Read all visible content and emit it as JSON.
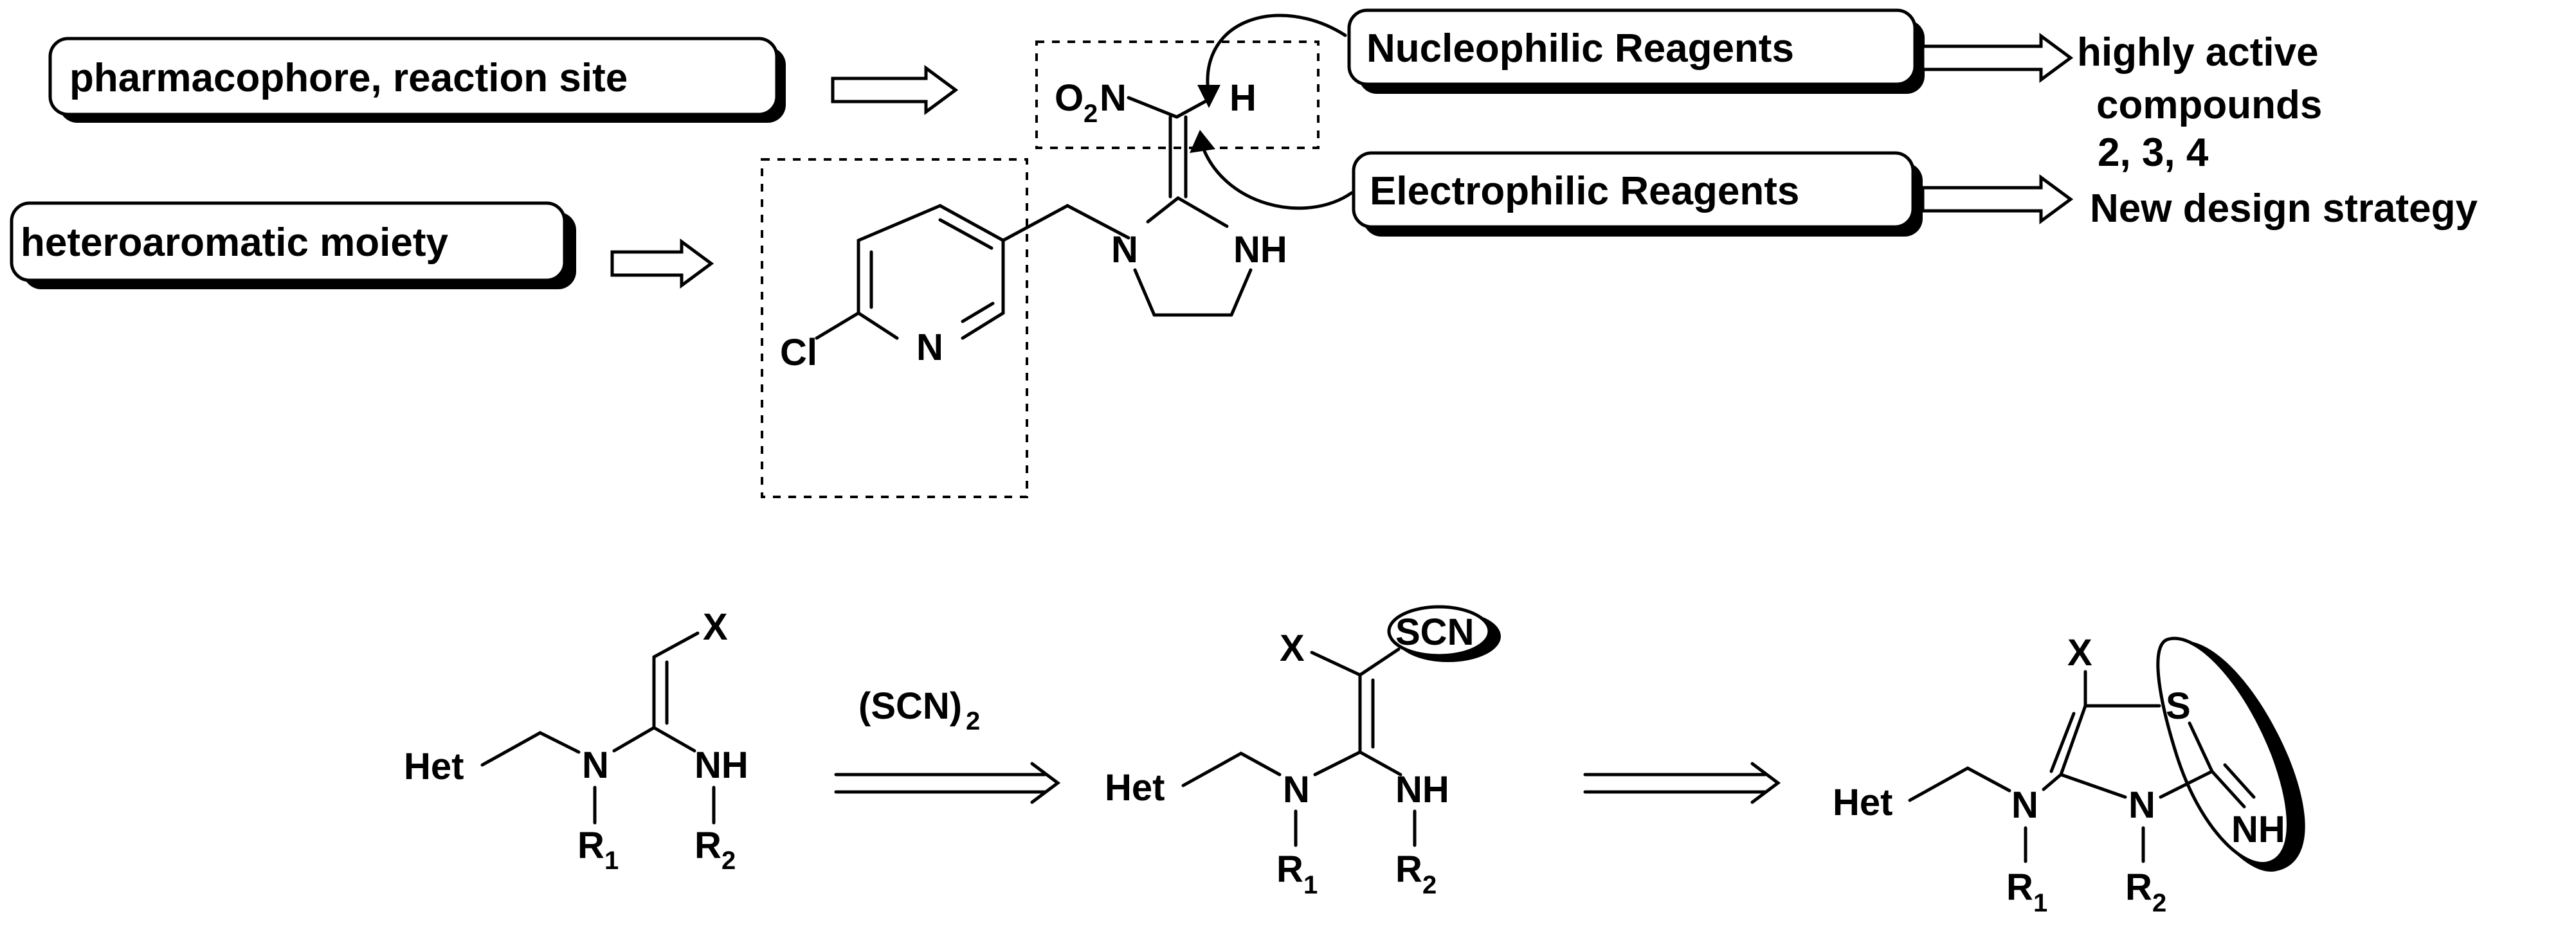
{
  "labels": {
    "pharmacophore": "pharmacophore,  reaction site",
    "heteroaromatic": "heteroaromatic moiety",
    "nucleophilic": "Nucleophilic Reagents",
    "electrophilic": "Electrophilic Reagents",
    "highly_active_1": "highly active",
    "highly_active_2": "compounds",
    "compound_numbers": "2, 3, 4",
    "new_design": "New design strategy"
  },
  "atoms": {
    "o": "O",
    "two": "2",
    "n": "N",
    "h": "H",
    "nh": "NH",
    "cl": "Cl",
    "x": "X",
    "het": "Het",
    "r": "R",
    "one": "1",
    "s": "S",
    "scn": "SCN"
  },
  "reagent": {
    "main": "(SCN)",
    "subscript": "2"
  }
}
